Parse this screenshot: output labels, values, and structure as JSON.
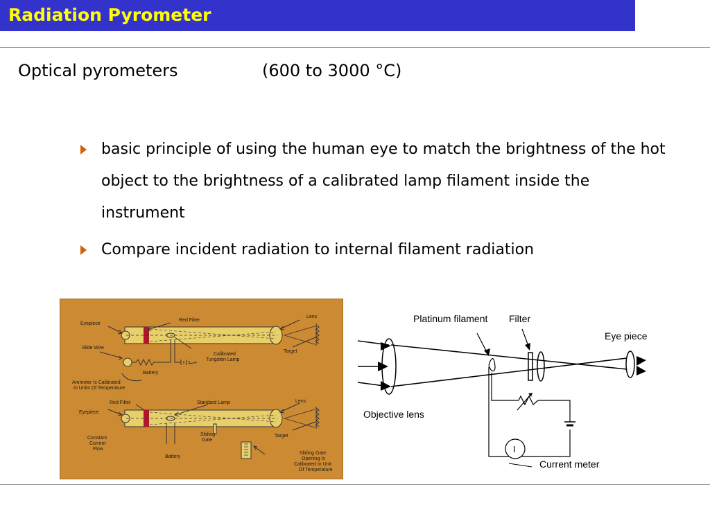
{
  "title": "Radiation Pyrometer",
  "subtitle": {
    "left": "Optical pyrometers",
    "right": "(600 to 3000 °C)"
  },
  "bullets": [
    "basic principle of using the human eye to match the brightness of the hot object to the brightness of a calibrated lamp filament inside the instrument",
    "Compare incident radiation to internal filament radiation"
  ],
  "diagram_left": {
    "background": "#cc8a33",
    "top": {
      "eyepiece": "Eyepiece",
      "red_filter": "Red Filter",
      "lens": "Lens",
      "slide_wire": "Slide Wire",
      "lamp_1": "Calibrated",
      "lamp_2": "Tungsten Lamp",
      "target": "Target",
      "battery": "Battery",
      "ammeter_1": "Ammeter Is Calibrated",
      "ammeter_2": "In Units Of Temperature"
    },
    "bottom": {
      "red_filter": "Red Filter",
      "standard_lamp": "Standard Lamp",
      "lens": "Lens",
      "eyepiece": "Eyepiece",
      "constant_1": "Constant",
      "constant_2": "Current",
      "constant_3": "Flow",
      "sliding_1": "Sliding",
      "sliding_2": "Gate",
      "target": "Target",
      "battery": "Battery",
      "gate_1": "Sliding Gate",
      "gate_2": "Opening Is",
      "gate_3": "Calibrated In Unit",
      "gate_4": "Of Temperature"
    }
  },
  "diagram_right": {
    "platinum_filament": "Platinum filament",
    "filter": "Filter",
    "eye_piece": "Eye piece",
    "objective_lens": "Objective lens",
    "current_meter": "Current meter",
    "meter_symbol": "I"
  }
}
